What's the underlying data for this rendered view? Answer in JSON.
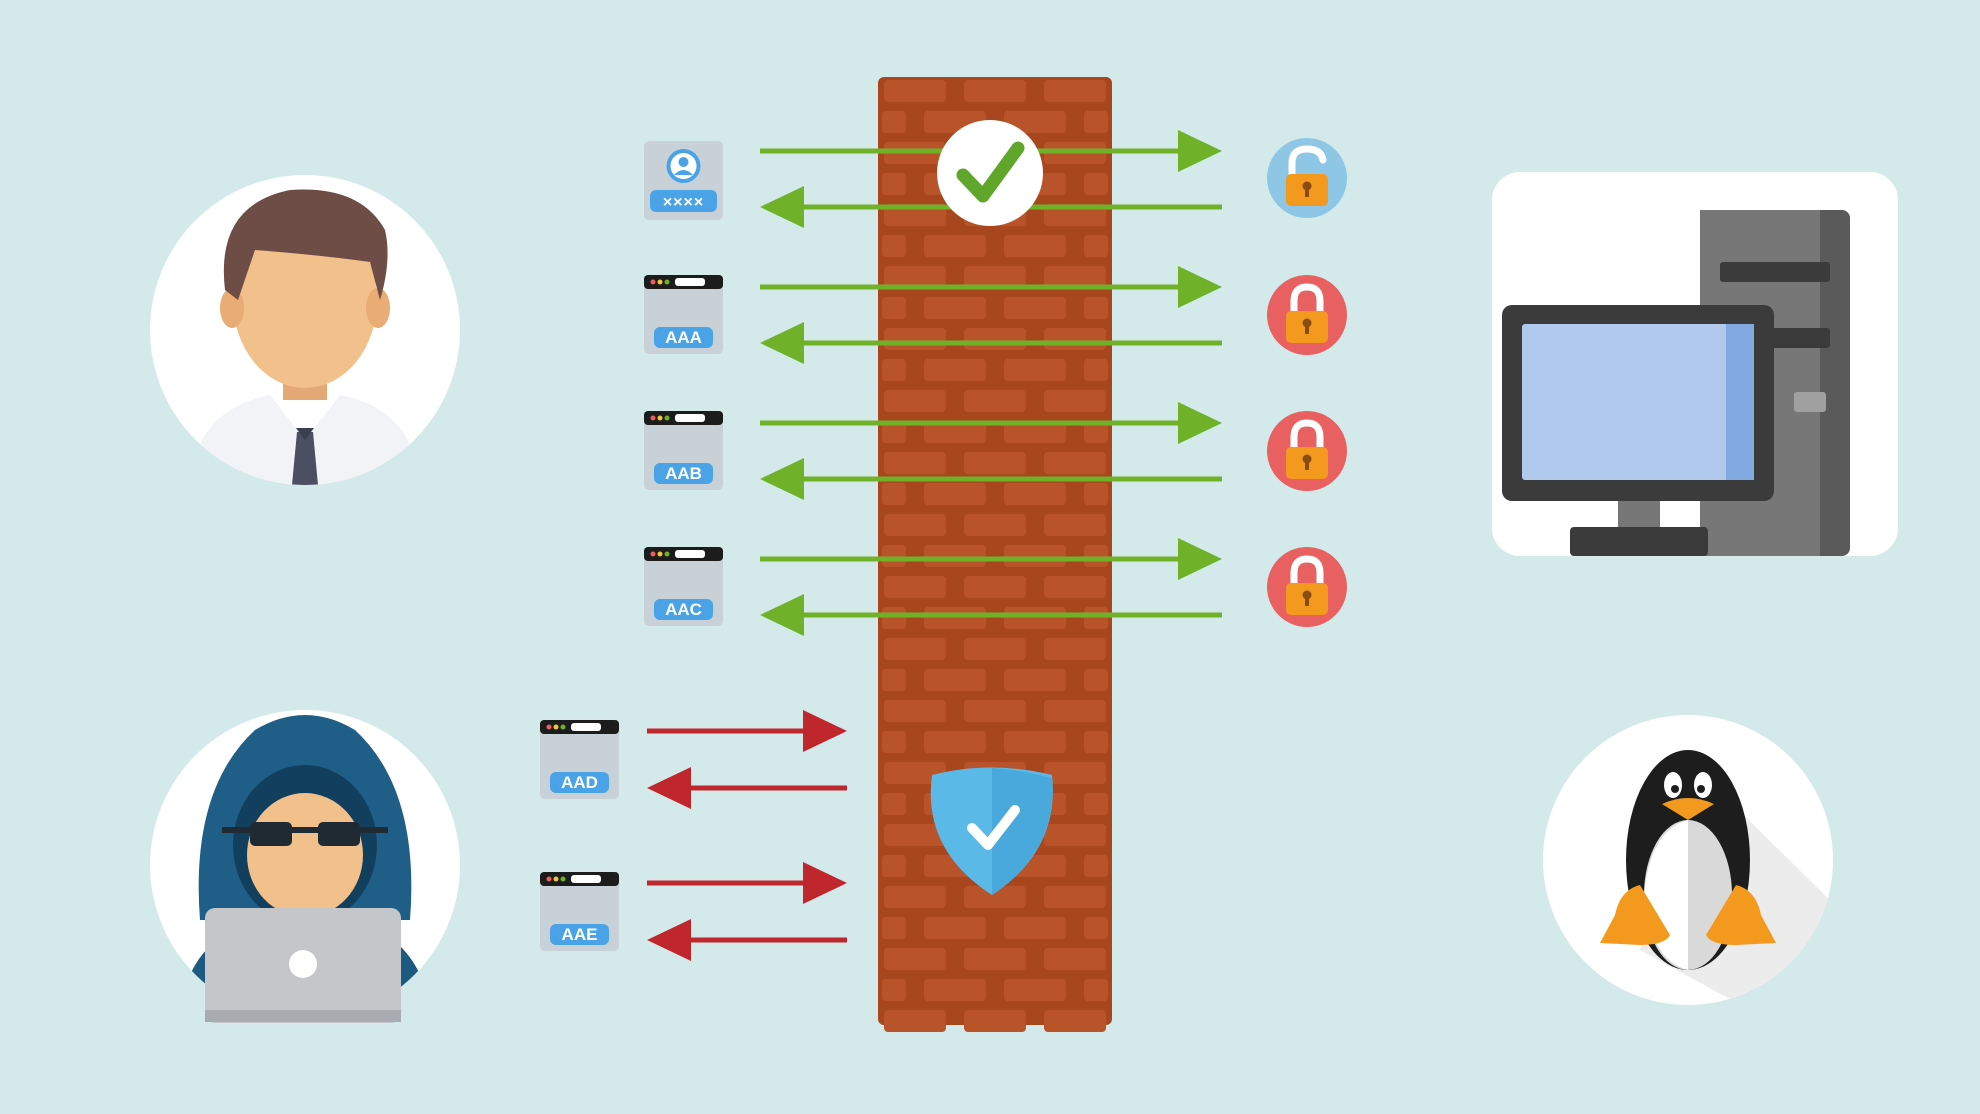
{
  "colors": {
    "background": "#d4e9ea",
    "allowed_arrow": "#6fb22a",
    "blocked_arrow": "#c0272d",
    "wall": "#a8461e",
    "brick": "#b9542a",
    "lock_open": "#8ec6e6",
    "lock_closed": "#e8605f",
    "padlock": "#f39a1e",
    "shield": "#5bb9e8",
    "monitor_screen": "#b1c9ec"
  },
  "allowed_flows": [
    {
      "icon": "user-credentials-icon",
      "label": "××××",
      "lock": "unlocked"
    },
    {
      "icon": "browser-window-icon",
      "label": "AAA",
      "lock": "locked"
    },
    {
      "icon": "browser-window-icon",
      "label": "AAB",
      "lock": "locked"
    },
    {
      "icon": "browser-window-icon",
      "label": "AAC",
      "lock": "locked"
    }
  ],
  "blocked_flows": [
    {
      "icon": "browser-window-icon",
      "label": "AAD"
    },
    {
      "icon": "browser-window-icon",
      "label": "AAE"
    }
  ],
  "actors": {
    "legit_user": "businessman-icon",
    "attacker": "hooded-hacker-icon"
  },
  "targets": {
    "server": "desktop-computer-icon",
    "os": "linux-penguin-icon"
  },
  "firewall": {
    "top_badge": "checkmark-icon",
    "bottom_badge": "shield-check-icon"
  }
}
